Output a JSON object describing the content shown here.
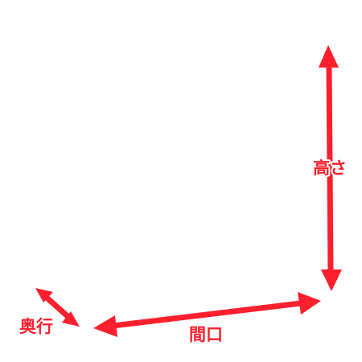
{
  "diagram": {
    "accent_color": "#ff1f2d",
    "background_color": "#ffffff",
    "labels": {
      "height": "高さ",
      "width": "間口",
      "depth": "奥行"
    },
    "arrows": [
      "height-arrow",
      "width-arrow",
      "depth-arrow"
    ]
  }
}
